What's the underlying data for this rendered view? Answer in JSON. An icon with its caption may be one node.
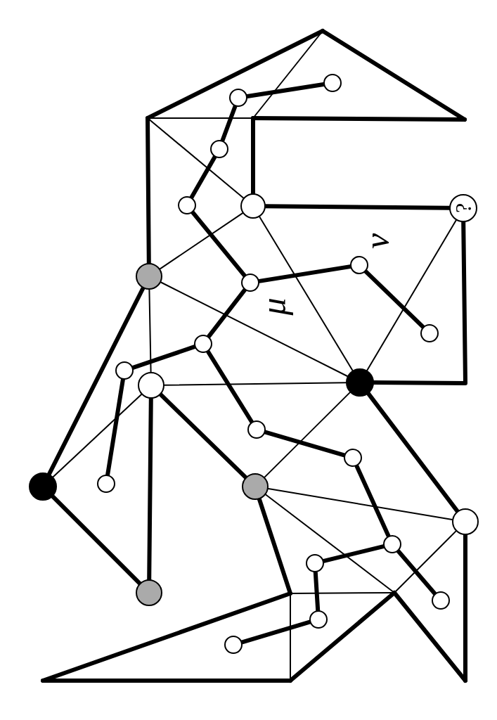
{
  "diagram": {
    "nodes": [
      {
        "text": [],
        "shape": "circle"
      },
      {
        "text": [],
        "shape": "circle"
      },
      {
        "text": [],
        "shape": "circle"
      },
      {
        "text": [],
        "shape": "circle"
      },
      {
        "text": [],
        "shape": "circle"
      },
      {
        "text": [
          "?"
        ]
      },
      {
        "text": [],
        "shape": "circle"
      },
      {
        "text": [],
        "shape": "circle"
      },
      {
        "text": [],
        "shape": "circle"
      },
      {
        "text": [],
        "shape": "circle"
      },
      {
        "text": [],
        "shape": "circle"
      },
      {
        "text": [],
        "shape": "circle"
      },
      {
        "text": [],
        "shape": "circle"
      },
      {
        "text": [],
        "shape": "circle"
      },
      {
        "text": [],
        "shape": "circle"
      },
      {
        "text": [],
        "shape": "circle"
      },
      {
        "text": [],
        "shape": "circle"
      },
      {
        "text": [],
        "shape": "circle"
      },
      {
        "text": [],
        "shape": "circle"
      },
      {
        "text": [],
        "shape": "circle"
      },
      {
        "text": [],
        "shape": "circle"
      },
      {
        "text": [],
        "shape": "circle"
      },
      {
        "text": [],
        "shape": "circle"
      },
      {
        "text": [],
        "shape": "circle"
      },
      {
        "text": [],
        "shape": "circle"
      },
      {
        "text": [],
        "shape": "circle"
      }
    ],
    "edges": [
      {
        "from": 0,
        "to": 1,
        "arrow": "none"
      },
      {
        "from": 1,
        "to": 2,
        "arrow": "none"
      },
      {
        "from": 2,
        "to": 3,
        "arrow": "none"
      },
      {
        "from": 3,
        "to": 8,
        "arrow": "none"
      },
      {
        "from": 4,
        "to": 5,
        "arrow": "none"
      },
      {
        "from": 8,
        "to": 6,
        "arrow": "none"
      },
      {
        "from": 6,
        "to": 9,
        "arrow": "none"
      },
      {
        "from": 8,
        "to": 10,
        "arrow": "none"
      },
      {
        "from": 10,
        "to": 11,
        "arrow": "none"
      },
      {
        "from": 11,
        "to": 17,
        "arrow": "none"
      },
      {
        "from": 10,
        "to": 14,
        "arrow": "none"
      },
      {
        "from": 14,
        "to": 15,
        "arrow": "none"
      },
      {
        "from": 15,
        "to": 20,
        "arrow": "none"
      },
      {
        "from": 20,
        "to": 21,
        "arrow": "none"
      },
      {
        "from": 21,
        "to": 24,
        "arrow": "none"
      },
      {
        "from": 24,
        "to": 25,
        "arrow": "none"
      },
      {
        "from": 20,
        "to": 23,
        "arrow": "none"
      },
      {
        "from": 5,
        "to": 12,
        "arrow": "none"
      },
      {
        "from": 7,
        "to": 16,
        "arrow": "none"
      },
      {
        "from": 16,
        "to": 22,
        "arrow": "none"
      },
      {
        "from": 22,
        "to": 13,
        "arrow": "none"
      },
      {
        "from": 13,
        "to": 18,
        "arrow": "none"
      },
      {
        "from": 12,
        "to": 19,
        "arrow": "none"
      },
      {
        "from": 7,
        "to": 4,
        "arrow": "none"
      },
      {
        "from": 4,
        "to": 12,
        "arrow": "none"
      },
      {
        "from": 5,
        "to": 12,
        "arrow": "none"
      },
      {
        "from": 7,
        "to": 12,
        "arrow": "none"
      },
      {
        "from": 7,
        "to": 13,
        "arrow": "none"
      },
      {
        "from": 13,
        "to": 12,
        "arrow": "none"
      },
      {
        "from": 16,
        "to": 13,
        "arrow": "none"
      },
      {
        "from": 12,
        "to": 18,
        "arrow": "none"
      },
      {
        "from": 18,
        "to": 19,
        "arrow": "none"
      },
      {
        "from": 4,
        "to": null,
        "arrow": "none"
      },
      {
        "from": 7,
        "to": null,
        "arrow": "none"
      },
      {
        "from": 4,
        "to": null,
        "arrow": "none"
      },
      {
        "from": 18,
        "to": null,
        "arrow": "none"
      },
      {
        "from": 18,
        "to": null,
        "arrow": "none"
      },
      {
        "from": 19,
        "to": null,
        "arrow": "none"
      },
      {
        "from": 19,
        "to": null,
        "arrow": "none"
      }
    ],
    "labels": [
      "ν",
      "μ"
    ]
  }
}
